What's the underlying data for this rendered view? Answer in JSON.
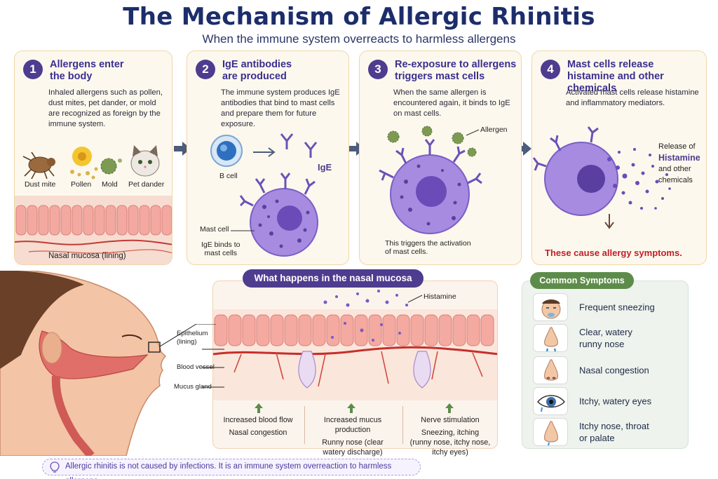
{
  "title": "The Mechanism of Allergic Rhinitis",
  "subtitle": "When the immune system overreacts to harmless allergens",
  "steps": [
    {
      "num": "1",
      "title_l1": "Allergens enter",
      "title_l2": "the body",
      "text": "Inhaled allergens such as pollen, dust mites, pet dander, or mold are recognized as foreign by the immune system."
    },
    {
      "num": "2",
      "title_l1": "IgE antibodies",
      "title_l2": "are produced",
      "text": "The immune system produces IgE antibodies that bind to mast cells and prepare them for future exposure."
    },
    {
      "num": "3",
      "title_l1": "Re-exposure to allergens",
      "title_l2": "triggers mast cells",
      "text": "When the same allergen is encountered again, it binds to IgE on mast cells."
    },
    {
      "num": "4",
      "title_l1": "Mast cells release",
      "title_l2": "histamine and other chemicals",
      "text": "Activated mast cells release histamine and inflammatory mediators."
    }
  ],
  "step1_labels": {
    "dust_mite": "Dust mite",
    "pollen": "Pollen",
    "mold": "Mold",
    "pet_dander": "Pet dander",
    "mucosa": "Nasal mucosa (lining)"
  },
  "step2_labels": {
    "b_cell": "B cell",
    "ige": "IgE",
    "mast_cell": "Mast cell",
    "ige_binds_l1": "IgE binds to",
    "ige_binds_l2": "mast cells"
  },
  "step3_labels": {
    "allergen": "Allergen",
    "trigger_l1": "This triggers the activation",
    "trigger_l2": "of mast cells."
  },
  "step4_labels": {
    "release_l1": "Release of",
    "release_l2": "Histamine",
    "release_l3": "and other",
    "release_l4": "chemicals",
    "cause": "These cause allergy symptoms."
  },
  "nasal": {
    "heading": "What happens in the nasal mucosa",
    "histamine": "Histamine",
    "epithelium_l1": "Epithelium",
    "epithelium_l2": "(lining)",
    "blood_vessel": "Blood vessel",
    "mucus_gland": "Mucus gland",
    "effects": [
      {
        "title": "Increased blood flow",
        "l1": "Nasal congestion",
        "l2": "",
        "l3": ""
      },
      {
        "title": "Increased mucus production",
        "l1": "Runny nose (clear",
        "l2": "watery discharge)",
        "l3": ""
      },
      {
        "title": "Nerve stimulation",
        "l1": "Sneezing, itching",
        "l2": "(runny nose, itchy nose,",
        "l3": "itchy eyes)"
      }
    ]
  },
  "symptoms": {
    "heading": "Common Symptoms",
    "items": [
      {
        "l1": "Frequent sneezing",
        "l2": "",
        "icon": "sneezing-face-icon"
      },
      {
        "l1": "Clear, watery",
        "l2": "runny nose",
        "icon": "runny-nose-icon"
      },
      {
        "l1": "Nasal congestion",
        "l2": "",
        "icon": "congested-nose-icon"
      },
      {
        "l1": "Itchy, watery eyes",
        "l2": "",
        "icon": "watery-eye-icon"
      },
      {
        "l1": "Itchy nose, throat",
        "l2": "or palate",
        "icon": "itchy-nose-icon"
      }
    ]
  },
  "footer": "Allergic rhinitis is not caused by infections. It is an immune system overreaction to harmless allergens.",
  "colors": {
    "title": "#1c2d6b",
    "accent_purple": "#4e3c8f",
    "step_title": "#3b2f8f",
    "cause_red": "#c0202a",
    "symptom_green": "#5d8c4a",
    "card_bg": "#fdf8ee",
    "arrow": "#4d5b7c"
  }
}
